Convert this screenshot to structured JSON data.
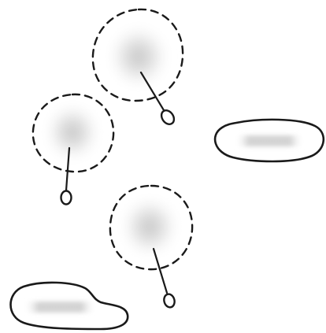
{
  "illustration": {
    "style": "hand-drawn line sketch",
    "colors": {
      "background": "#ffffff",
      "ink": "#1a1a1a",
      "shading": "#c8c8c8"
    },
    "elements": {
      "dashed_circles_with_pins": 3,
      "solid_blobs": 2
    }
  }
}
